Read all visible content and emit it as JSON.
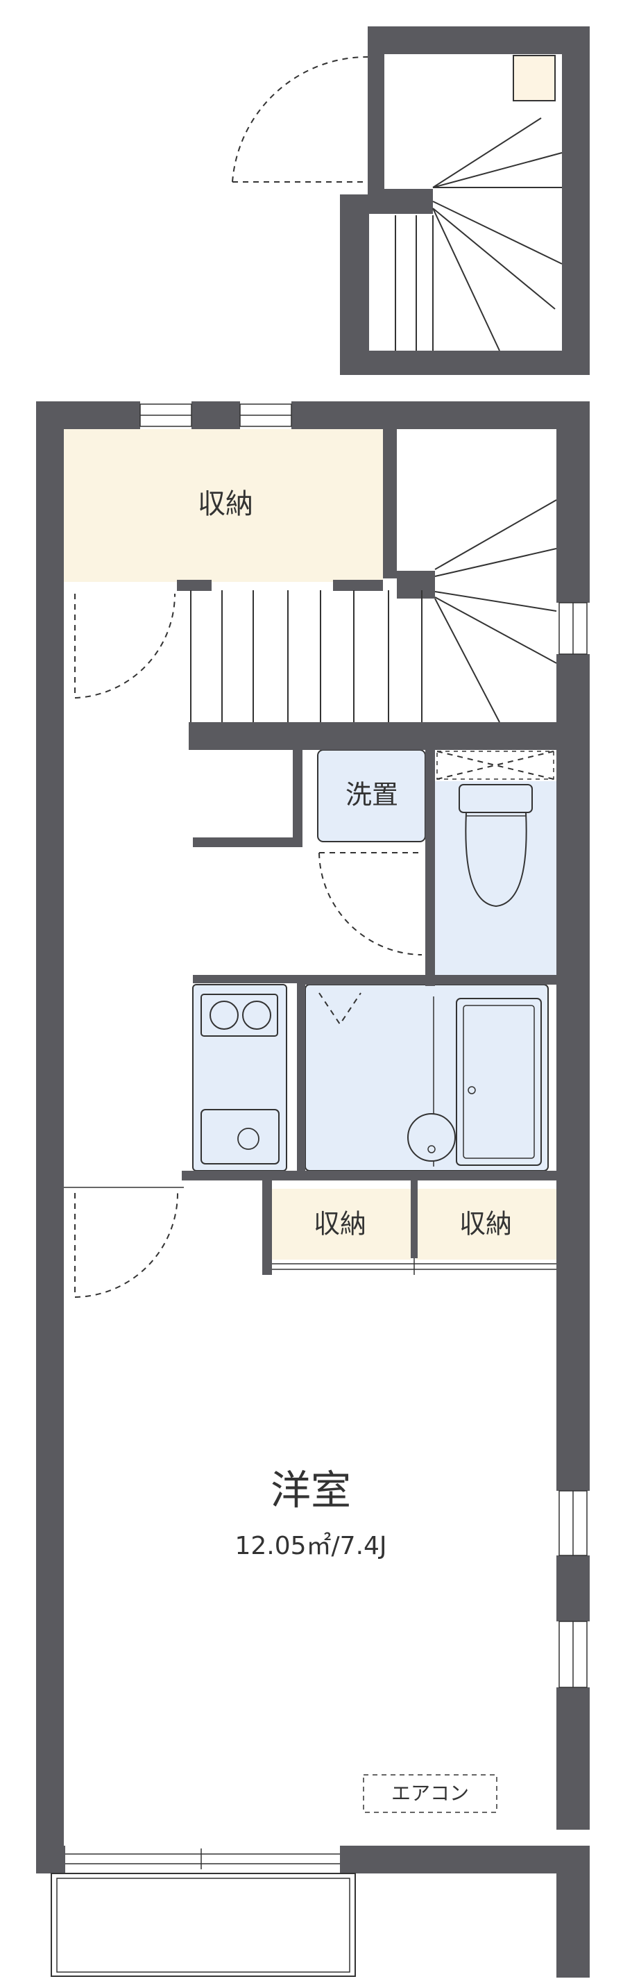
{
  "rooms": {
    "storage_top": "収納",
    "laundry": "洗置",
    "storage_left": "収納",
    "storage_right": "収納",
    "western_room": "洋室",
    "western_room_size": "12.05㎡/7.4J",
    "aircon": "エアコン"
  },
  "colors": {
    "wall": "#5a5a5f",
    "storage_fill": "#fbf4e2",
    "wet_fill": "#e4edf9",
    "aircon_fill": "#fdf4e3",
    "background": "#ffffff"
  }
}
